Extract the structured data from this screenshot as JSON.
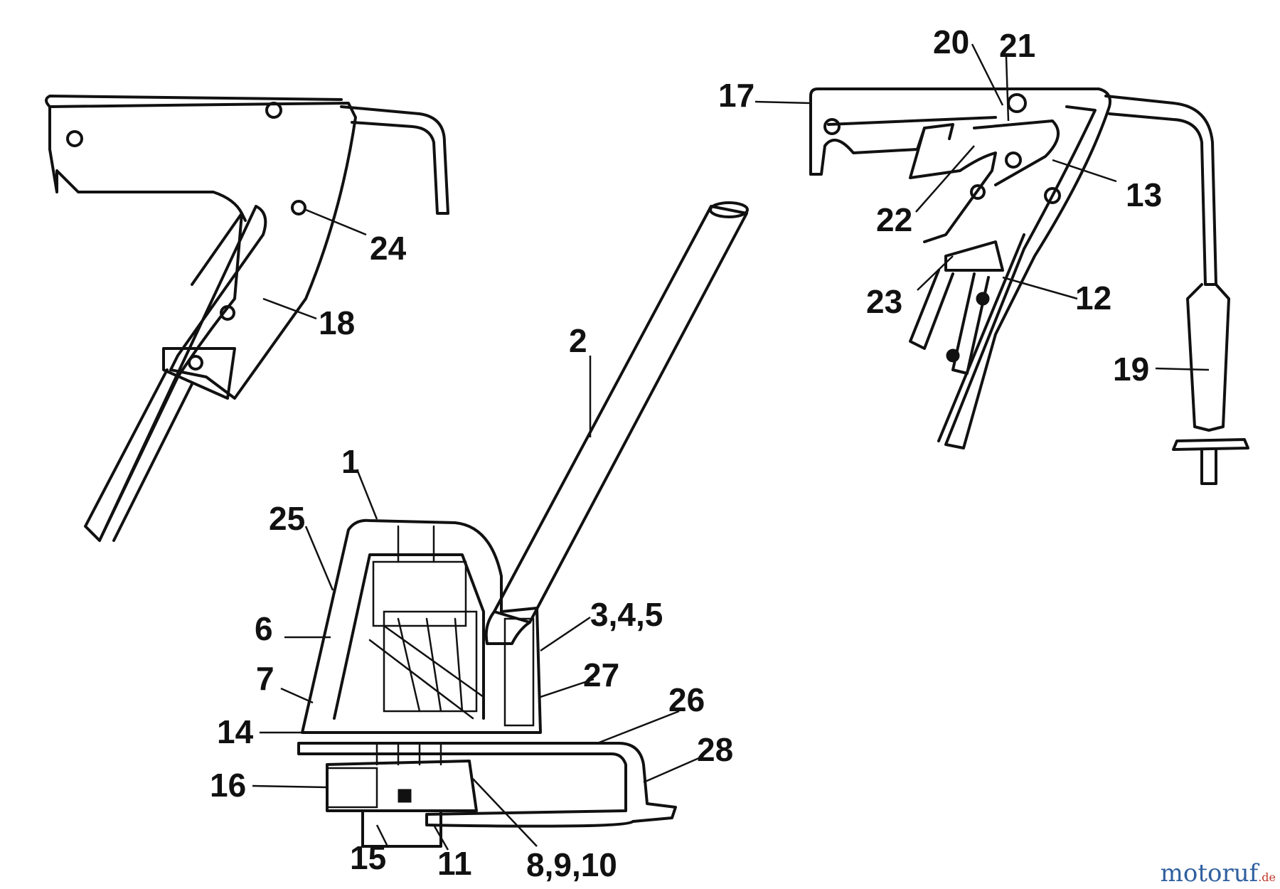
{
  "labels": {
    "l1": "1",
    "l2": "2",
    "l3": "3,4,5",
    "l6": "6",
    "l7": "7",
    "l8": "8,9,10",
    "l11": "11",
    "l12": "12",
    "l13": "13",
    "l14": "14",
    "l15": "15",
    "l16": "16",
    "l17": "17",
    "l18": "18",
    "l19": "19",
    "l20": "20",
    "l21": "21",
    "l22": "22",
    "l23": "23",
    "l24": "24",
    "l25": "25",
    "l26": "26",
    "l27": "27",
    "l28": "28"
  },
  "watermark": {
    "brand": "motoruf",
    "tld": ".de"
  }
}
